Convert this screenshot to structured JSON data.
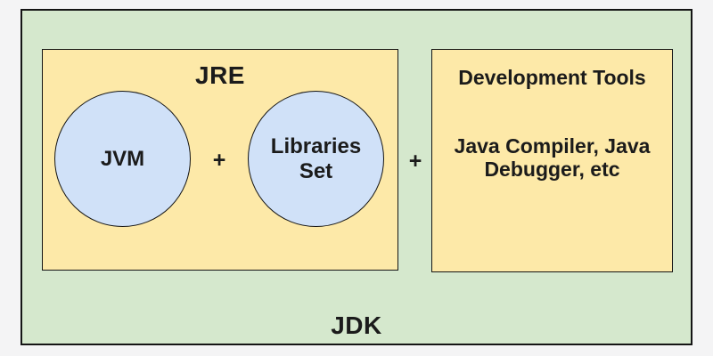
{
  "canvas": {
    "background_color": "#f4f4f5",
    "border_color": "#151515",
    "text_color": "#1b1b1b"
  },
  "jdk": {
    "label": "JDK",
    "fill_color": "#d5e8cd",
    "plus_between_jre_and_devtools": "+"
  },
  "jre": {
    "label": "JRE",
    "fill_color": "#fde9a8",
    "plus_between_jvm_and_libraries": "+",
    "jvm": {
      "label": "JVM",
      "fill_color": "#d0e1f8"
    },
    "libraries": {
      "label": "Libraries Set",
      "fill_color": "#d0e1f8"
    }
  },
  "dev_tools": {
    "title": "Development Tools",
    "description": "Java Compiler, Java Debugger, etc",
    "fill_color": "#fde9a8"
  }
}
